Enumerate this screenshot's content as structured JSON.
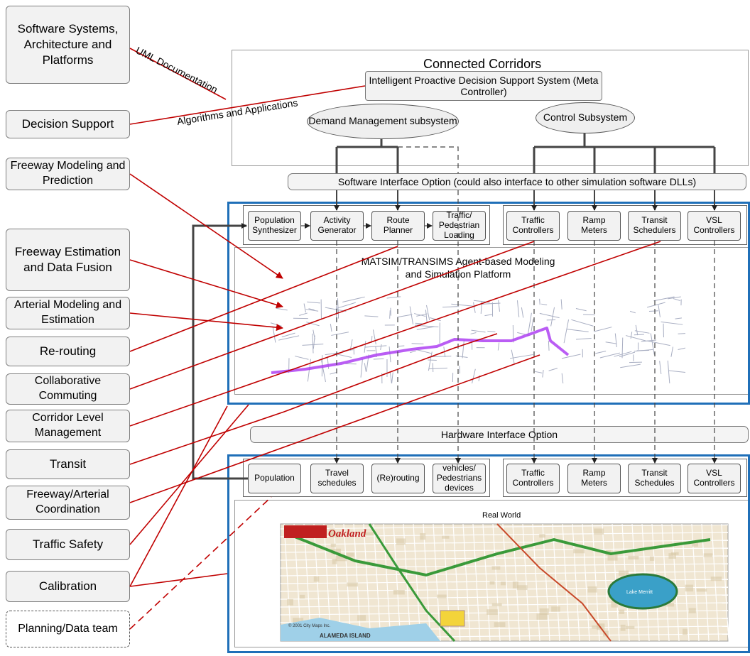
{
  "left_boxes": [
    {
      "id": "software",
      "text": "Software Systems, Architecture and Platforms"
    },
    {
      "id": "decision",
      "text": "Decision Support"
    },
    {
      "id": "freeway-modeling",
      "text": "Freeway Modeling and Prediction"
    },
    {
      "id": "freeway-estimation",
      "text": "Freeway Estimation and Data Fusion"
    },
    {
      "id": "arterial",
      "text": "Arterial Modeling and Estimation"
    },
    {
      "id": "rerouting",
      "text": "Re-routing"
    },
    {
      "id": "collab",
      "text": "Collaborative Commuting"
    },
    {
      "id": "corridor",
      "text": "Corridor Level Management"
    },
    {
      "id": "transit",
      "text": "Transit"
    },
    {
      "id": "fa-coord",
      "text": "Freeway/Arterial Coordination"
    },
    {
      "id": "safety",
      "text": "Traffic Safety"
    },
    {
      "id": "calibration",
      "text": "Calibration"
    },
    {
      "id": "planning",
      "text": "Planning/Data team"
    }
  ],
  "link_labels": {
    "uml": "UML Documentation",
    "algorithms": "Algorithms and Applications"
  },
  "top": {
    "title": "Connected Corridors",
    "meta": "Intelligent Proactive Decision Support System (Meta Controller)",
    "demand": "Demand Management subsystem",
    "control": "Control Subsystem"
  },
  "software_interface": "Software Interface Option (could also interface to other simulation software DLLs)",
  "sim": {
    "demand_items": [
      "Population Synthesizer",
      "Activity Generator",
      "Route Planner",
      "Traffic/ Pedestrian Loading"
    ],
    "control_items": [
      "Traffic Controllers",
      "Ramp Meters",
      "Transit Schedulers",
      "VSL Controllers"
    ],
    "platform_title": "MATSIM/TRANSIMS Agent-based Modeling and Simulation Platform"
  },
  "hardware_interface": "Hardware Interface Option",
  "real": {
    "demand_items": [
      "Population",
      "Travel schedules",
      "(Re)routing",
      "vehicles/ Pedestrians devices"
    ],
    "control_items": [
      "Traffic Controllers",
      "Ramp Meters",
      "Transit Schedules",
      "VSL Controllers"
    ],
    "world_title": "Real World",
    "map_labels": {
      "oakland": "Oakland",
      "lake": "Lake Merritt",
      "alameda": "ALAMEDA ISLAND",
      "copyright": "© 2001 City Maps Inc."
    }
  },
  "colors": {
    "accent_blue": "#1f6fb8",
    "link_red": "#c00000",
    "route_purple": "#a020f0",
    "map_green": "#3a9a3a",
    "map_lake": "#3aa0c8"
  }
}
